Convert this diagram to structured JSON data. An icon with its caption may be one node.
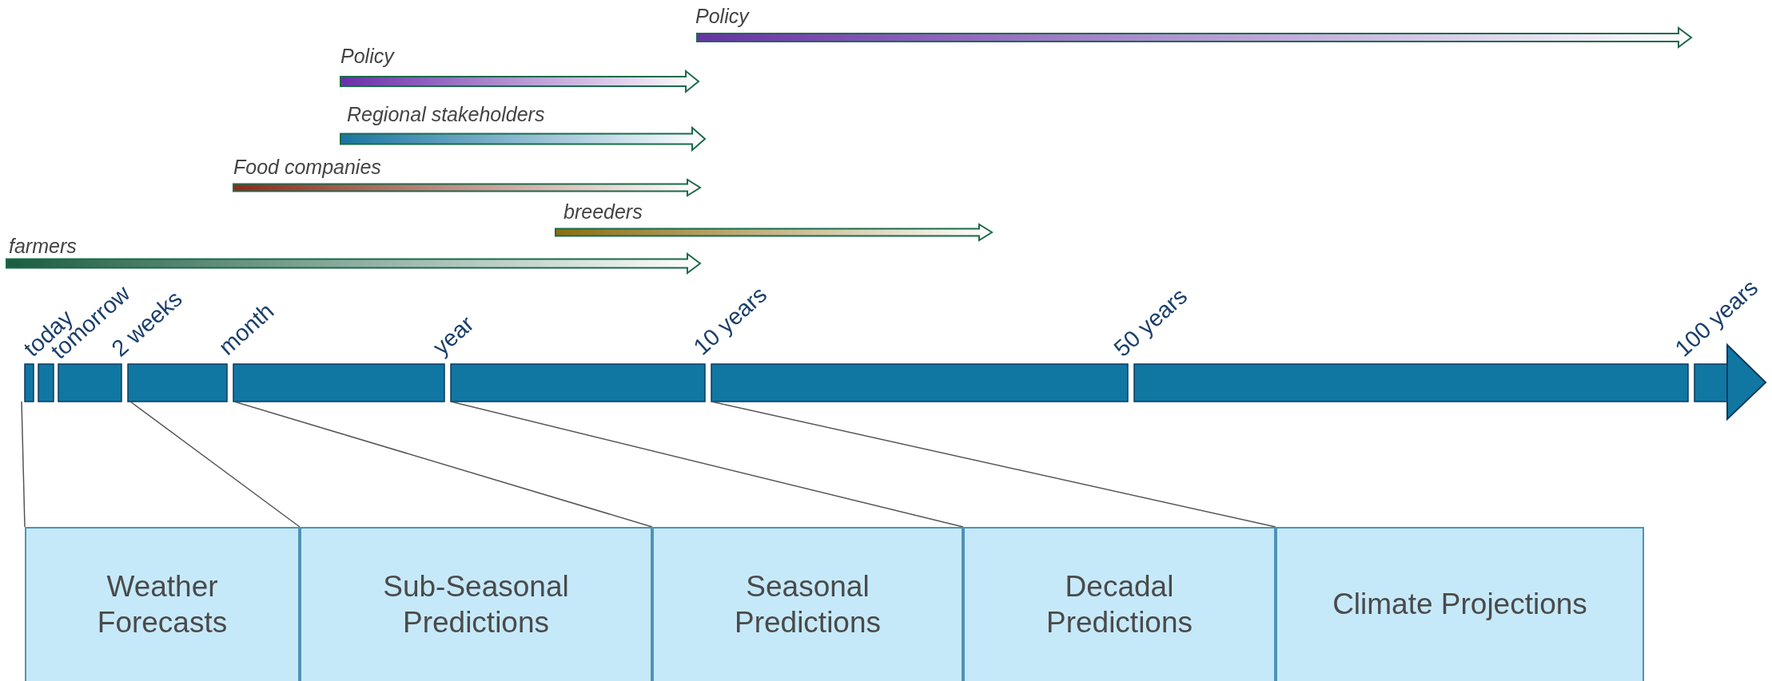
{
  "diagram": {
    "nodes": [
      {
        "text": [
          "Weather Forecasts"
        ]
      },
      {
        "text": [
          "Sub-Seasonal Predictions"
        ]
      },
      {
        "text": [
          "Seasonal Predictions"
        ]
      },
      {
        "text": [
          "Decadal Predictions"
        ]
      },
      {
        "text": [
          "Climate Projections"
        ]
      }
    ],
    "edges": [
      {
        "from": null,
        "to": 0,
        "arrow": "none"
      },
      {
        "from": null,
        "to": 1,
        "arrow": "none"
      },
      {
        "from": null,
        "to": 2,
        "arrow": "none"
      },
      {
        "from": null,
        "to": 3,
        "arrow": "none"
      },
      {
        "from": null,
        "to": 4,
        "arrow": "none"
      }
    ],
    "labels": [
      "Policy",
      "Policy",
      "Regional stakeholders",
      "Food companies",
      "breeders",
      "farmers",
      "today",
      "tomorrow",
      "2 weeks",
      "month",
      "year",
      "10 years",
      "50 years",
      "100 years"
    ]
  }
}
